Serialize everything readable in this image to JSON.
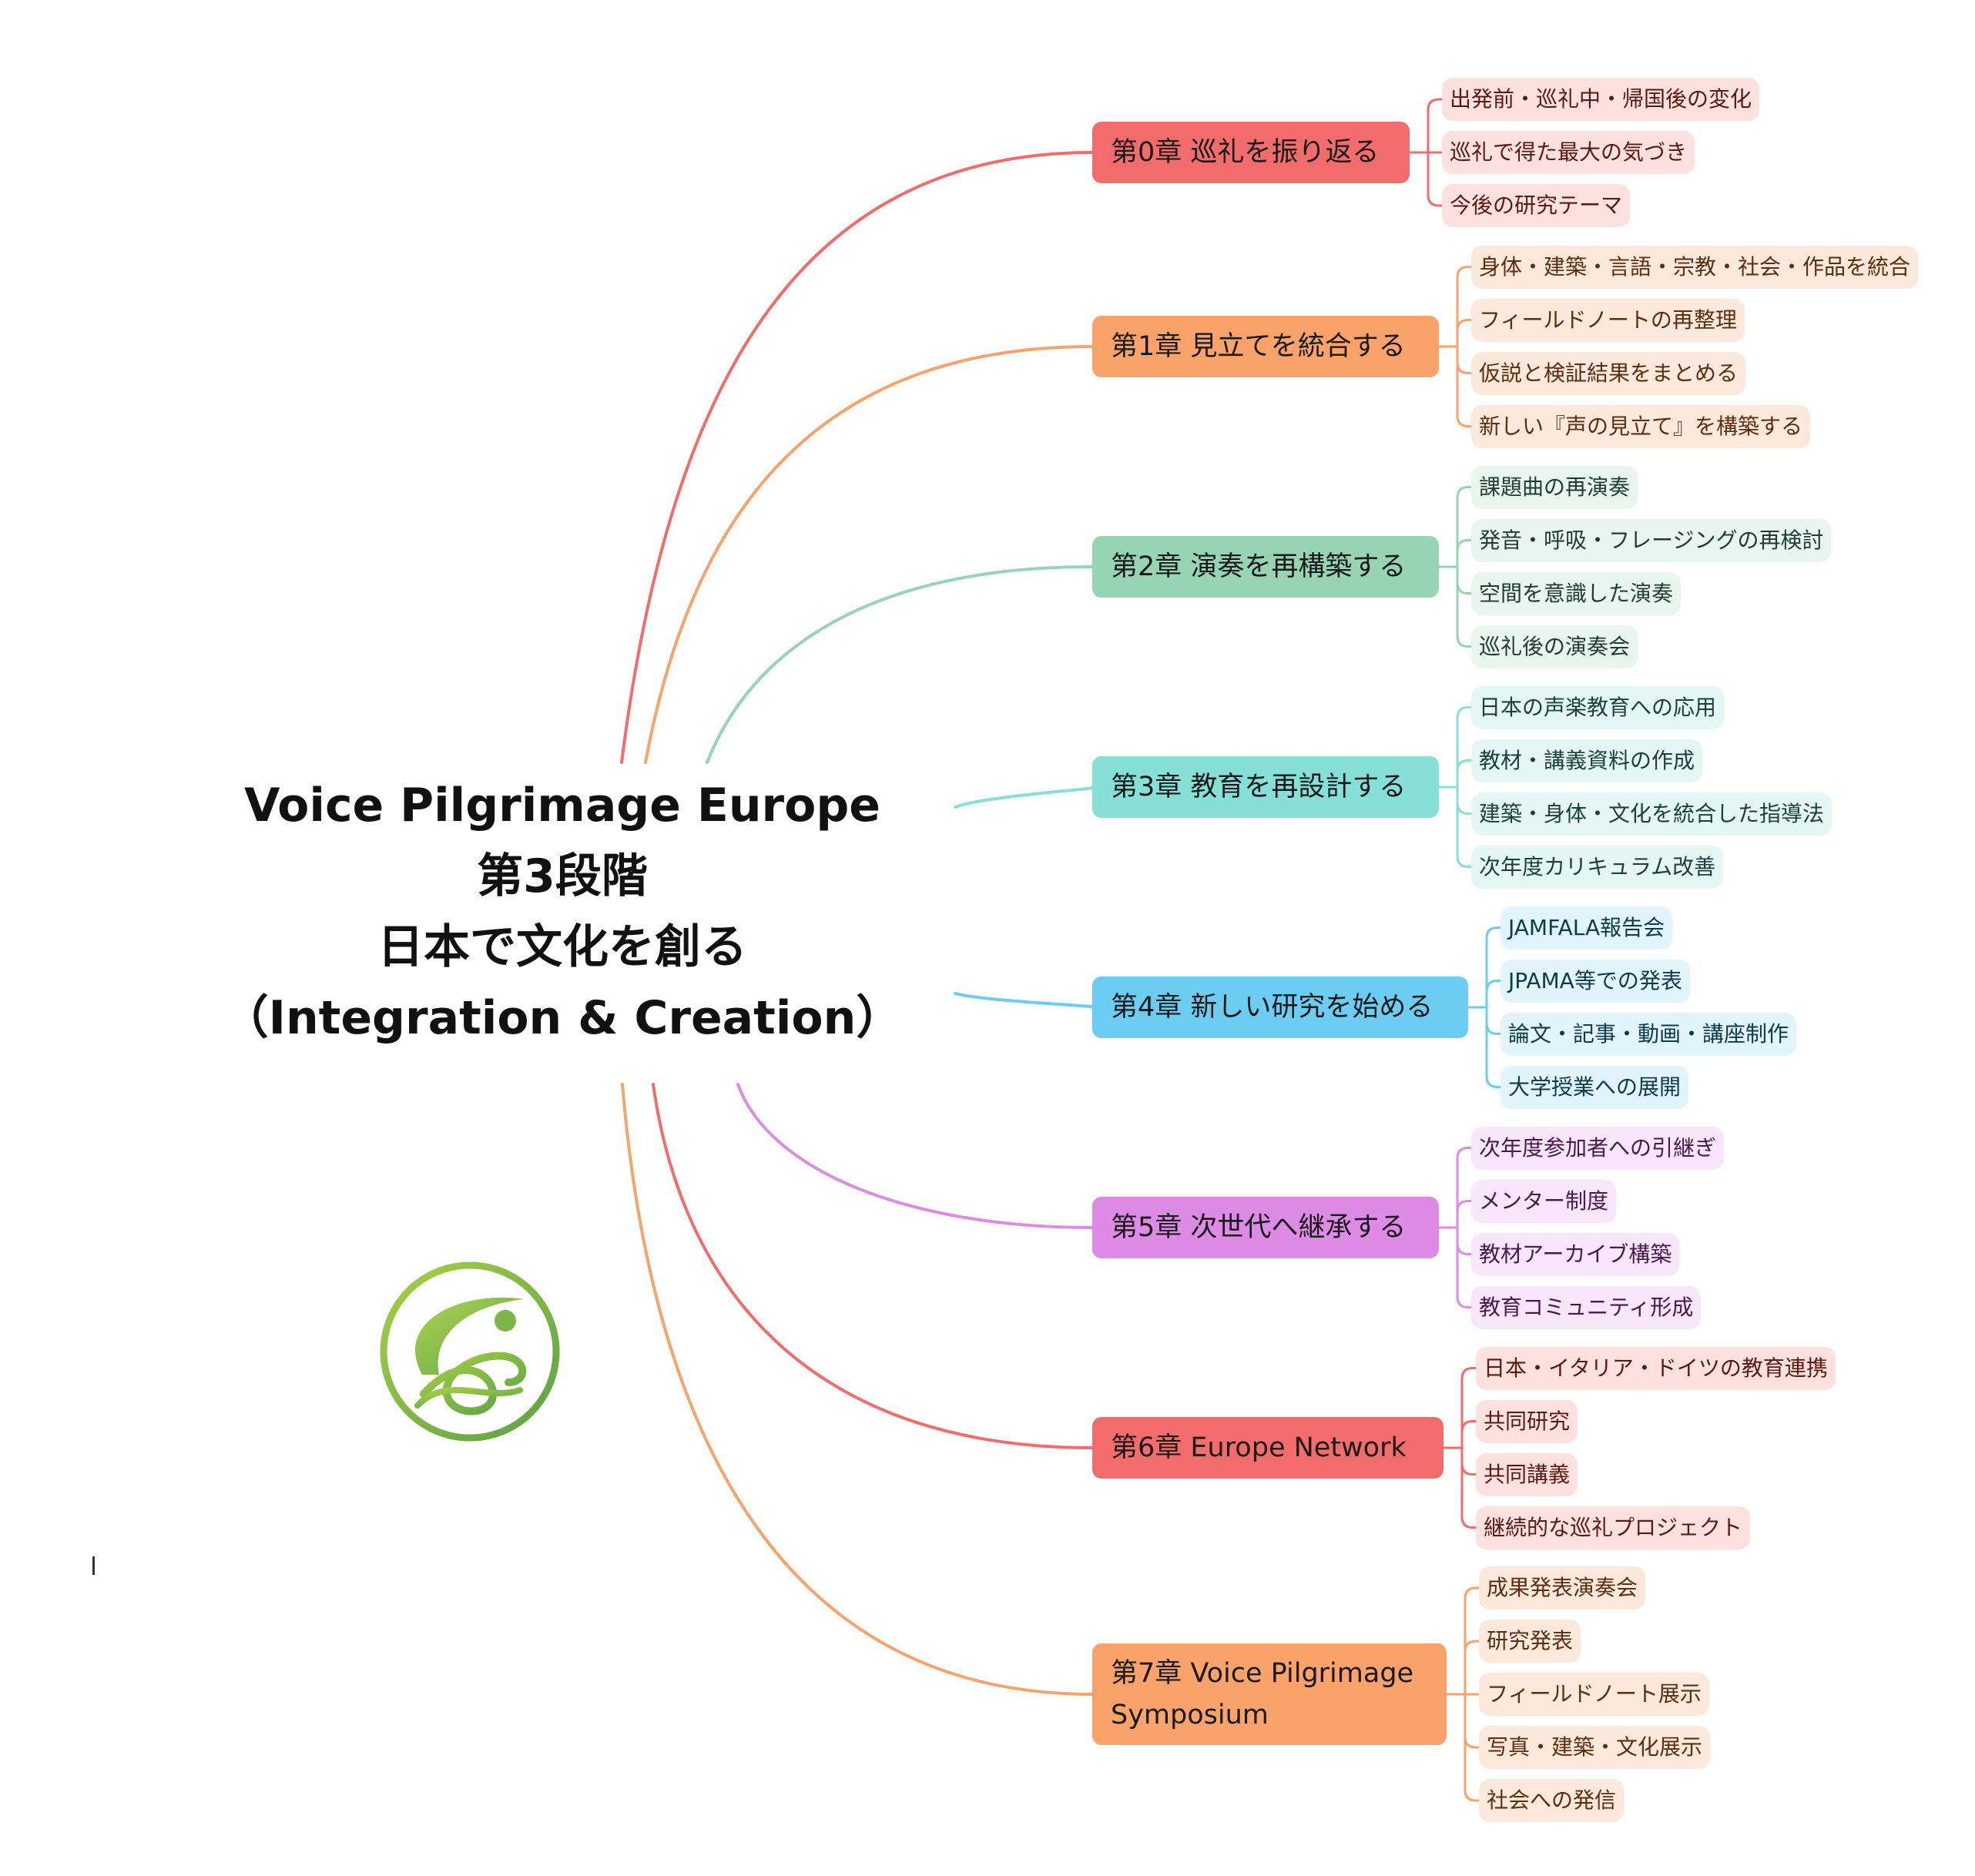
{
  "mindmap": {
    "center": {
      "lines": [
        "Voice Pilgrimage Europe",
        "第3段階",
        "日本で文化を創る",
        "（Integration & Creation）"
      ]
    },
    "chapters": [
      {
        "label": "第0章 巡礼を振り返る",
        "color": "#f36c6c",
        "leaf_bg": "#fde1df",
        "leaf_text": "#5a1a12",
        "items": [
          "出発前・巡礼中・帰国後の変化",
          "巡礼で得た最大の気づき",
          "今後の研究テーマ"
        ]
      },
      {
        "label": "第1章 見立てを統合する",
        "color": "#f9a36a",
        "leaf_bg": "#fde8dc",
        "leaf_text": "#5a2e0e",
        "items": [
          "身体・建築・言語・宗教・社会・作品を統合",
          "フィールドノートの再整理",
          "仮説と検証結果をまとめる",
          "新しい『声の見立て』を構築する"
        ]
      },
      {
        "label": "第2章 演奏を再構築する",
        "color": "#96d4b4",
        "leaf_bg": "#e9f6ef",
        "leaf_text": "#1f3d2e",
        "items": [
          "課題曲の再演奏",
          "発音・呼吸・フレージングの再検討",
          "空間を意識した演奏",
          "巡礼後の演奏会"
        ]
      },
      {
        "label": "第3章 教育を再設計する",
        "color": "#86e0d8",
        "leaf_bg": "#e5f7f5",
        "leaf_text": "#1a3f3c",
        "items": [
          "日本の声楽教育への応用",
          "教材・講義資料の作成",
          "建築・身体・文化を統合した指導法",
          "次年度カリキュラム改善"
        ]
      },
      {
        "label": "第4章 新しい研究を始める",
        "color": "#6dccf2",
        "leaf_bg": "#e2f4fc",
        "leaf_text": "#0e3a4d",
        "items": [
          "JAMFALA報告会",
          "JPAMA等での発表",
          "論文・記事・動画・講座制作",
          "大学授業への展開"
        ]
      },
      {
        "label": "第5章 次世代へ継承する",
        "color": "#de8be6",
        "leaf_bg": "#f8e7fa",
        "leaf_text": "#4a1750",
        "items": [
          "次年度参加者への引継ぎ",
          "メンター制度",
          "教材アーカイブ構築",
          "教育コミュニティ形成"
        ]
      },
      {
        "label": "第6章 Europe Network",
        "color": "#f36c6c",
        "leaf_bg": "#fde1df",
        "leaf_text": "#5a1a12",
        "items": [
          "日本・イタリア・ドイツの教育連携",
          "共同研究",
          "共同講義",
          "継続的な巡礼プロジェクト"
        ]
      },
      {
        "label": "第7章 Voice Pilgrimage Symposium",
        "color": "#f9a36a",
        "leaf_bg": "#fde8dc",
        "leaf_text": "#5a2e0e",
        "items": [
          "成果発表演奏会",
          "研究発表",
          "フィールドノート展示",
          "写真・建築・文化展示",
          "社会への発信"
        ]
      }
    ],
    "logo_color": "#7ab648"
  }
}
